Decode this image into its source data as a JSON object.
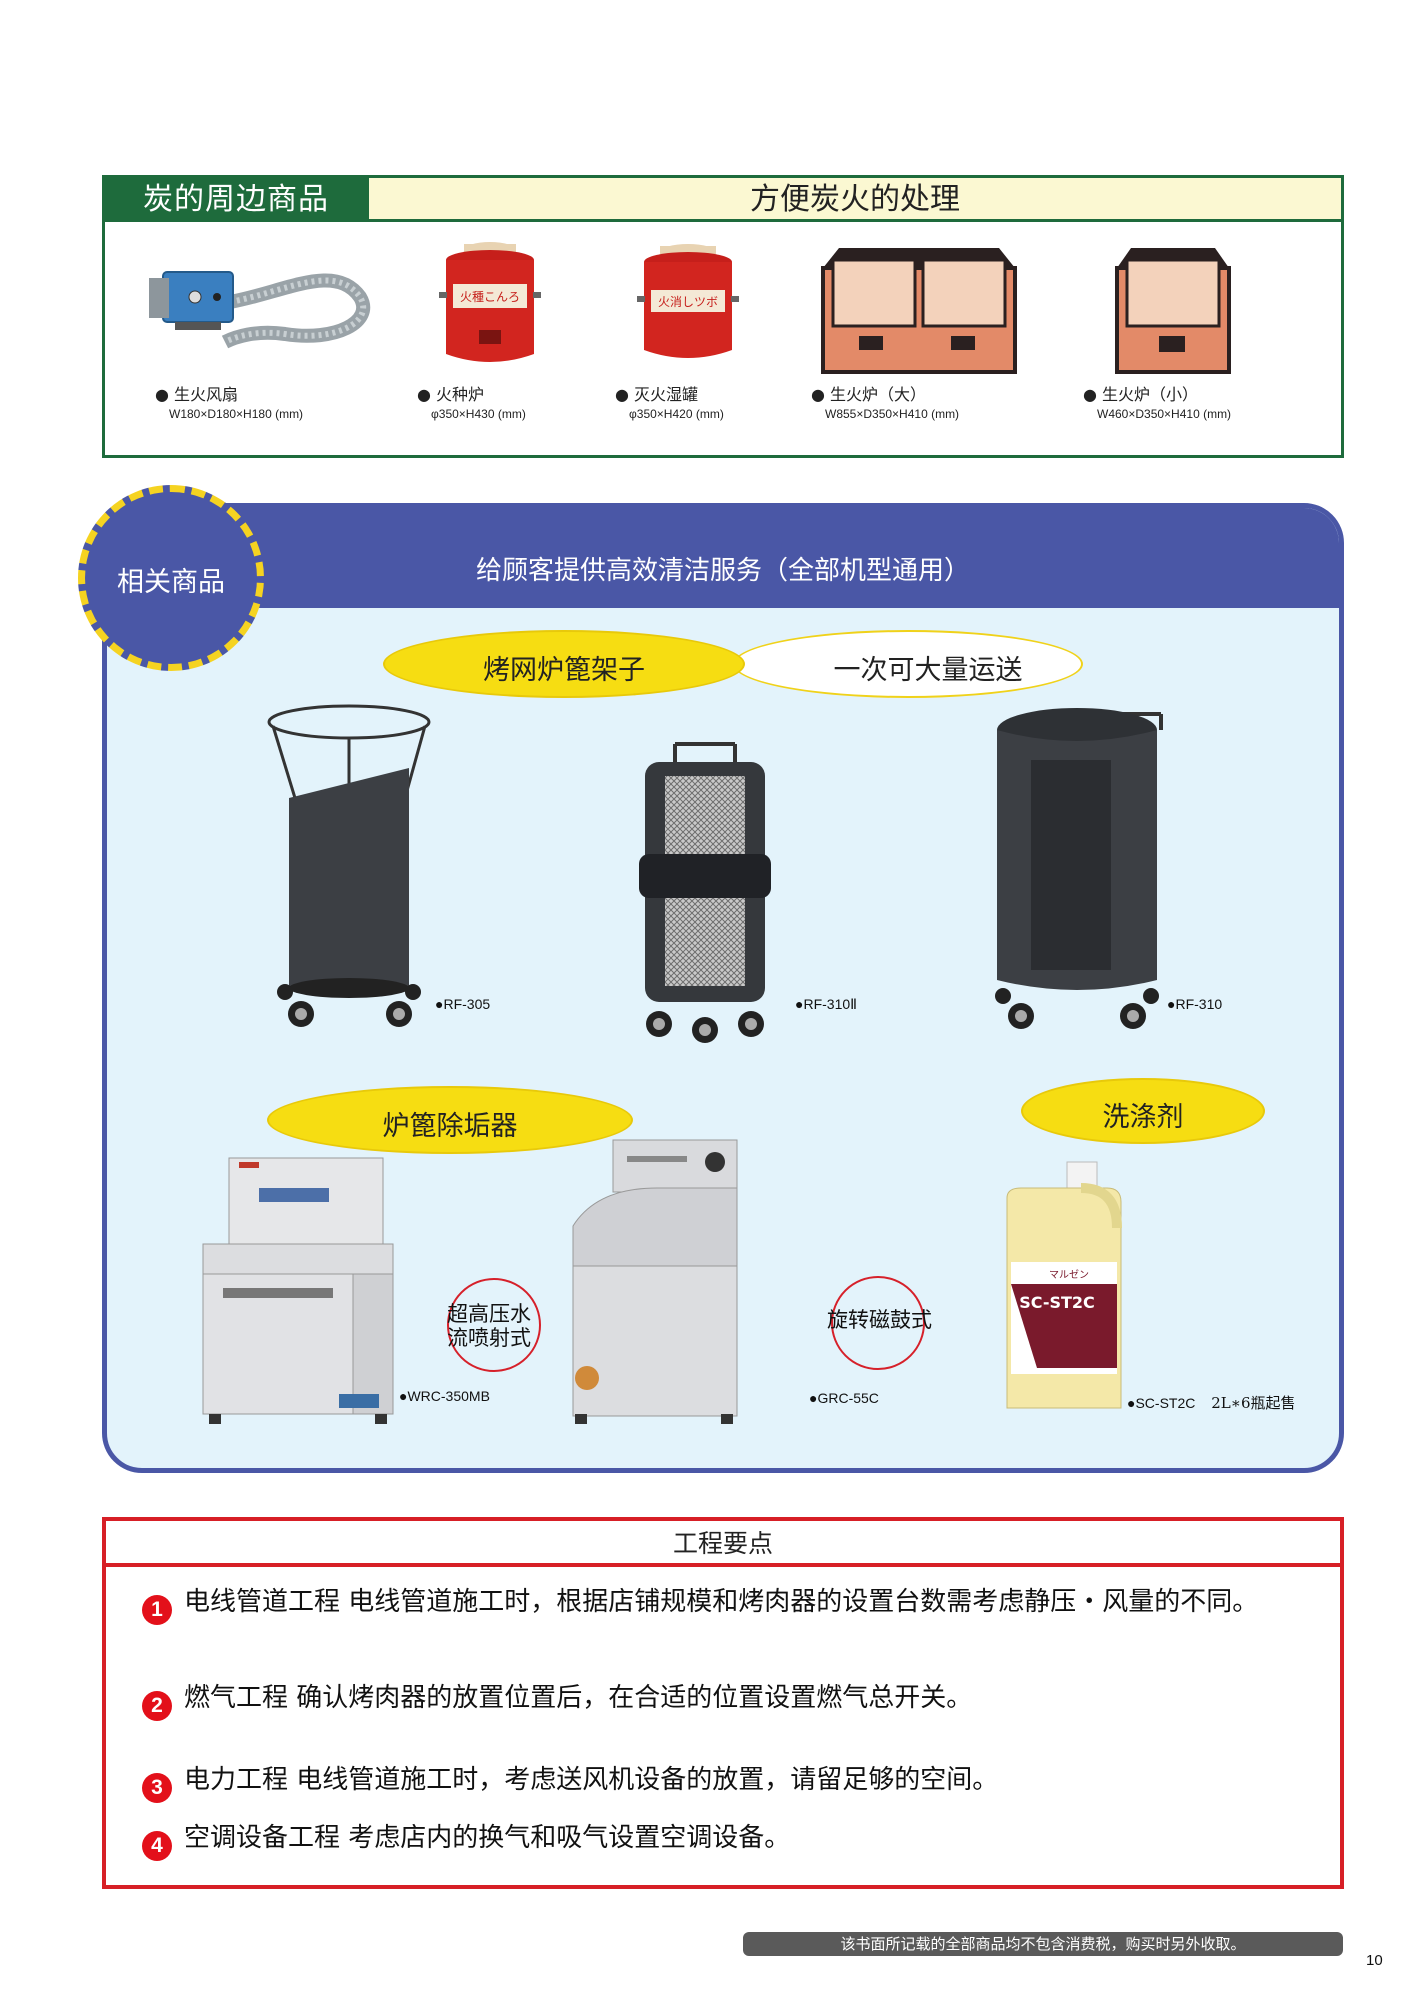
{
  "section1": {
    "tab": "炭的周边商品",
    "title": "方便炭火的处理",
    "items": [
      {
        "icon": "blower-icon",
        "name": "生火风扇",
        "dim": "W180×D180×H180 (mm)"
      },
      {
        "icon": "ember-pot-icon",
        "name": "火种炉",
        "dim": "φ350×H430 (mm)"
      },
      {
        "icon": "extinguish-jar-icon",
        "name": "灭火湿罐",
        "dim": "φ350×H420 (mm)"
      },
      {
        "icon": "large-stove-icon",
        "name": "生火炉（大）",
        "dim": "W855×D350×H410 (mm)"
      },
      {
        "icon": "small-stove-icon",
        "name": "生火炉（小）",
        "dim": "W460×D350×H410 (mm)"
      }
    ],
    "pot_labels": [
      "火種こんろ",
      "火消しツボ"
    ]
  },
  "section2": {
    "badge": "相关商品",
    "title": "给顾客提供高效清洁服务（全部机型通用）",
    "pills": {
      "rack": "烤网炉篦架子",
      "bulk": "一次可大量运送",
      "descaler": "炉篦除垢器",
      "detergent": "洗涤剂"
    },
    "racks": [
      {
        "model": "●RF-305"
      },
      {
        "model": "●RF-310Ⅱ"
      },
      {
        "model": "●RF-310"
      }
    ],
    "machines": [
      {
        "model": "●WRC-350MB",
        "feature": [
          "超高压水",
          "流喷射式"
        ]
      },
      {
        "model": "●GRC-55C",
        "feature": [
          "旋转磁鼓式"
        ]
      }
    ],
    "detergent": {
      "model": "●SC-ST2C",
      "note": "2L∗6瓶起售",
      "brand": "マルゼン",
      "label": "SC-ST2C"
    }
  },
  "section3": {
    "title": "工程要点",
    "points": [
      {
        "n": "1",
        "text": "电线管道工程  电线管道施工时，根据店铺规模和烤肉器的设置台数需考虑静压・风量的不同。"
      },
      {
        "n": "2",
        "text": "燃气工程  确认烤肉器的放置位置后，在合适的位置设置燃气总开关。"
      },
      {
        "n": "3",
        "text": "电力工程  电线管道施工时，考虑送风机设备的放置，请留足够的空间。"
      },
      {
        "n": "4",
        "text": "空调设备工程  考虑店内的换气和吸气设置空调设备。"
      }
    ]
  },
  "footer": {
    "note": "该书面所记载的全部商品均不包含消费税，购买时另外收取。",
    "page": "10"
  },
  "colors": {
    "green": "#1e6b3c",
    "blue": "#4a57a6",
    "panel": "#e3f3fb",
    "yellow": "#f6dd12",
    "red": "#d71f26"
  }
}
